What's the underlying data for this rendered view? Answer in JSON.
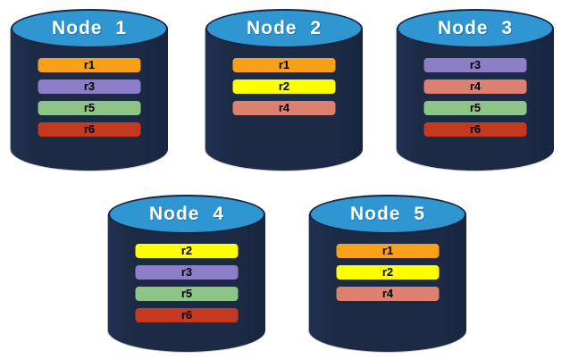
{
  "diagram": {
    "description": "Five database node cylinders showing replica placement",
    "nodes": [
      {
        "label": "Node 1",
        "replicas": [
          "r1",
          "r3",
          "r5",
          "r6"
        ]
      },
      {
        "label": "Node 2",
        "replicas": [
          "r1",
          "r2",
          "r4"
        ]
      },
      {
        "label": "Node 3",
        "replicas": [
          "r3",
          "r4",
          "r5",
          "r6"
        ]
      },
      {
        "label": "Node 4",
        "replicas": [
          "r2",
          "r3",
          "r5",
          "r6"
        ]
      },
      {
        "label": "Node 5",
        "replicas": [
          "r1",
          "r2",
          "r4"
        ]
      }
    ]
  },
  "colors": {
    "canvas_background": "#ffffff",
    "cylinder_body": "#1c2a45",
    "cylinder_top": "#3096d2",
    "cylinder_outline": "#1a2640",
    "node_label_text": "#ffffff",
    "bar_text": "#000000",
    "replica_colors": {
      "r1": "#f9a01b",
      "r2": "#ffff00",
      "r3": "#8d7ec8",
      "r4": "#dc8070",
      "r5": "#8ec487",
      "r6": "#c43a21"
    }
  }
}
